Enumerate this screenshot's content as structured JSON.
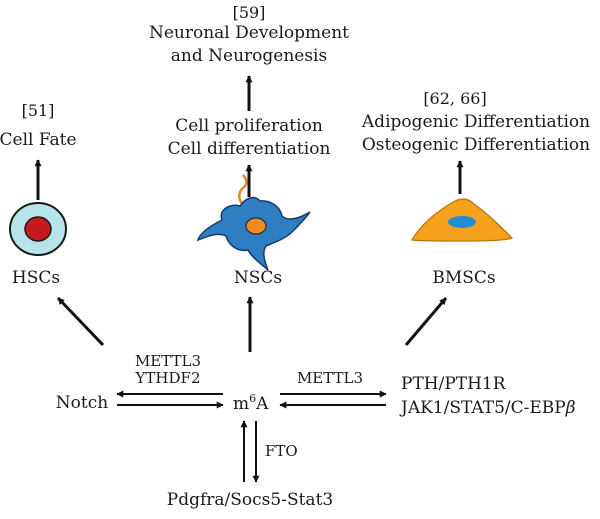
{
  "refs": {
    "hsc": "[51]",
    "nsc": "[59]",
    "bmsc": "[62, 66]"
  },
  "outcomes": {
    "hsc": "Cell Fate",
    "nsc_top_1": "Neuronal Development",
    "nsc_top_2": "and Neurogenesis",
    "nsc_mid_1": "Cell proliferation",
    "nsc_mid_2": "Cell differentiation",
    "bmsc_1": "Adipogenic Differentiation",
    "bmsc_2": "Osteogenic Differentiation"
  },
  "cells": {
    "hsc": "HSCs",
    "nsc": "NSCs",
    "bmsc": "BMSCs"
  },
  "center": {
    "m": "m",
    "sup": "6",
    "a": "A"
  },
  "regulators": {
    "left_1": "METTL3",
    "left_2": "YTHDF2",
    "right": "METTL3",
    "down": "FTO"
  },
  "pathways": {
    "notch": "Notch",
    "pth": "PTH/PTH1R",
    "jak_prefix": "JAK1/STAT5/C-EBP",
    "jak_beta": "β",
    "pdgfra": "Pdgfra/Socs5-Stat3"
  },
  "colors": {
    "hsc_outer": "#b7e3ea",
    "hsc_nucleus": "#c8191e",
    "nsc_body": "#2f7ec2",
    "nsc_nucleus": "#f08a24",
    "bmsc_body": "#f5a11c",
    "bmsc_nucleus": "#1f8fd0"
  }
}
